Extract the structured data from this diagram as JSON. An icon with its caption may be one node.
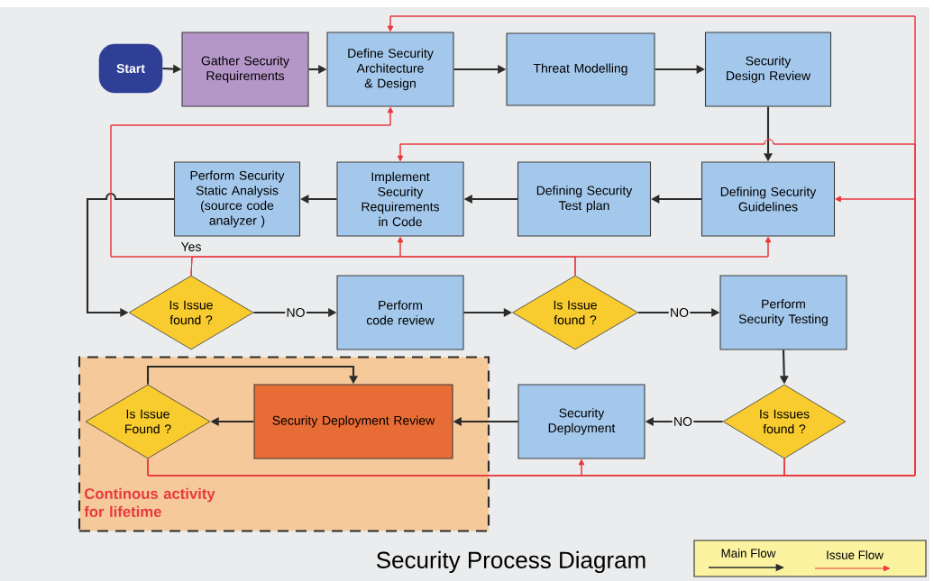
{
  "diagram": {
    "title": "Security Process Diagram",
    "nodes": [
      {
        "text": [
          "Start"
        ]
      },
      {
        "text": [
          "Gather Security Requirements"
        ]
      },
      {
        "text": [
          "Define Security Architecture & Design"
        ]
      },
      {
        "text": [
          "Threat Modelling"
        ]
      },
      {
        "text": [
          "Security Design Review"
        ]
      },
      {
        "text": [
          "Defining Security Guidelines"
        ]
      },
      {
        "text": [
          "Defining Security Test plan"
        ]
      },
      {
        "text": [
          "Implement Security Requirements in Code"
        ]
      },
      {
        "text": [
          "Perform Security Static Analysis (source code analyzer )"
        ]
      },
      {
        "text": [
          "Is Issue found ?"
        ]
      },
      {
        "text": [
          "Perform code review"
        ]
      },
      {
        "text": [
          "Is Issue found ?"
        ]
      },
      {
        "text": [
          "Perform Security Testing"
        ]
      },
      {
        "text": [
          "Is Issues found ?"
        ]
      },
      {
        "text": [
          "Security Deployment"
        ]
      },
      {
        "text": [
          "Continous activity for lifetime"
        ]
      },
      {
        "text": [
          "Security Deployment Review"
        ],
        "in": 15
      },
      {
        "text": [
          "Is Issue Found ?"
        ],
        "in": 15
      }
    ],
    "edges": [
      {
        "from": 0,
        "to": 1,
        "arrow": "to"
      },
      {
        "from": 1,
        "to": 2,
        "arrow": "to"
      },
      {
        "from": 2,
        "to": 3,
        "arrow": "to"
      },
      {
        "from": 3,
        "to": 4,
        "arrow": "to"
      },
      {
        "from": 4,
        "to": 5,
        "arrow": "to"
      },
      {
        "from": 5,
        "to": 6,
        "arrow": "to"
      },
      {
        "from": 6,
        "to": 7,
        "arrow": "to"
      },
      {
        "from": 7,
        "to": 8,
        "arrow": "to"
      },
      {
        "from": 8,
        "to": 9,
        "arrow": "to"
      },
      {
        "from": 9,
        "to": 10,
        "arrow": "to",
        "label": "NO"
      },
      {
        "from": 10,
        "to": 11,
        "arrow": "to"
      },
      {
        "from": 11,
        "to": 12,
        "arrow": "to",
        "label": "NO"
      },
      {
        "from": 12,
        "to": 13,
        "arrow": "to"
      },
      {
        "from": 13,
        "to": 14,
        "arrow": "to",
        "label": "NO"
      },
      {
        "from": 14,
        "to": 16,
        "arrow": "to"
      },
      {
        "from": 16,
        "to": 17,
        "arrow": "to"
      },
      {
        "from": 17,
        "to": 16,
        "arrow": "to"
      },
      {
        "from": 9,
        "to": 2,
        "arrow": "to",
        "label": "Yes",
        "color": "#e8393f"
      },
      {
        "from": 9,
        "to": 7,
        "arrow": "to",
        "color": "#e8393f"
      },
      {
        "from": 9,
        "to": 5,
        "arrow": "to",
        "color": "#e8393f"
      },
      {
        "from": 11,
        "to": 2,
        "arrow": "to",
        "color": "#e8393f"
      },
      {
        "from": 11,
        "to": 7,
        "arrow": "to",
        "color": "#e8393f"
      },
      {
        "from": 11,
        "to": 5,
        "arrow": "to",
        "color": "#e8393f"
      },
      {
        "from": 13,
        "to": 14,
        "arrow": "to",
        "color": "#e8393f"
      },
      {
        "from": 13,
        "to": 2,
        "arrow": "to",
        "color": "#e8393f"
      },
      {
        "from": 13,
        "to": 5,
        "arrow": "to",
        "color": "#e8393f"
      },
      {
        "from": 13,
        "to": 7,
        "arrow": "to",
        "color": "#e8393f"
      },
      {
        "from": 17,
        "to": 14,
        "arrow": "to",
        "color": "#e8393f"
      },
      {
        "from": 17,
        "to": 2,
        "arrow": "to",
        "color": "#e8393f"
      },
      {
        "from": 17,
        "to": 5,
        "arrow": "to",
        "color": "#e8393f"
      },
      {
        "from": 17,
        "to": 7,
        "arrow": "to",
        "color": "#e8393f"
      }
    ],
    "legend": [
      {
        "text": "Main Flow"
      },
      {
        "text": "Issue Flow"
      }
    ]
  }
}
